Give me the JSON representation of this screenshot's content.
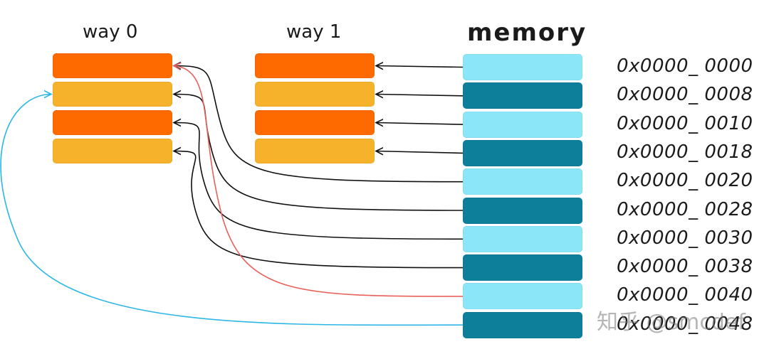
{
  "titles": {
    "way0": "way 0",
    "way1": "way 1",
    "memory": "memory"
  },
  "colors": {
    "way_dark": "#FF6A00",
    "way_light": "#F5B22A",
    "mem_light": "#8BE6F7",
    "mem_dark": "#0E7F9B",
    "arrow_black": "#111111",
    "arrow_red": "#E8605A",
    "arrow_blue": "#2AB6E6"
  },
  "way0": {
    "lines": [
      {
        "shade": "dark"
      },
      {
        "shade": "light"
      },
      {
        "shade": "dark"
      },
      {
        "shade": "light"
      }
    ]
  },
  "way1": {
    "lines": [
      {
        "shade": "dark"
      },
      {
        "shade": "light"
      },
      {
        "shade": "dark"
      },
      {
        "shade": "light"
      }
    ]
  },
  "memory": {
    "blocks": [
      {
        "address": "0x0000_ 0000",
        "shade": "light",
        "way": 1,
        "line": 0,
        "arrow": "black"
      },
      {
        "address": "0x0000_ 0008",
        "shade": "dark",
        "way": 1,
        "line": 1,
        "arrow": "black"
      },
      {
        "address": "0x0000_ 0010",
        "shade": "light",
        "way": 1,
        "line": 2,
        "arrow": "black"
      },
      {
        "address": "0x0000_ 0018",
        "shade": "dark",
        "way": 1,
        "line": 3,
        "arrow": "black"
      },
      {
        "address": "0x0000_ 0020",
        "shade": "light",
        "way": 0,
        "line": 0,
        "arrow": "black"
      },
      {
        "address": "0x0000_ 0028",
        "shade": "dark",
        "way": 0,
        "line": 1,
        "arrow": "black"
      },
      {
        "address": "0x0000_ 0030",
        "shade": "light",
        "way": 0,
        "line": 2,
        "arrow": "black"
      },
      {
        "address": "0x0000_ 0038",
        "shade": "dark",
        "way": 0,
        "line": 3,
        "arrow": "black"
      },
      {
        "address": "0x0000_ 0040",
        "shade": "light",
        "way": 0,
        "line": 0,
        "arrow": "red"
      },
      {
        "address": "0x0000_ 0048",
        "shade": "dark",
        "way": 0,
        "line": 1,
        "arrow": "blue"
      }
    ]
  },
  "watermark": "知乎 @smcdef"
}
